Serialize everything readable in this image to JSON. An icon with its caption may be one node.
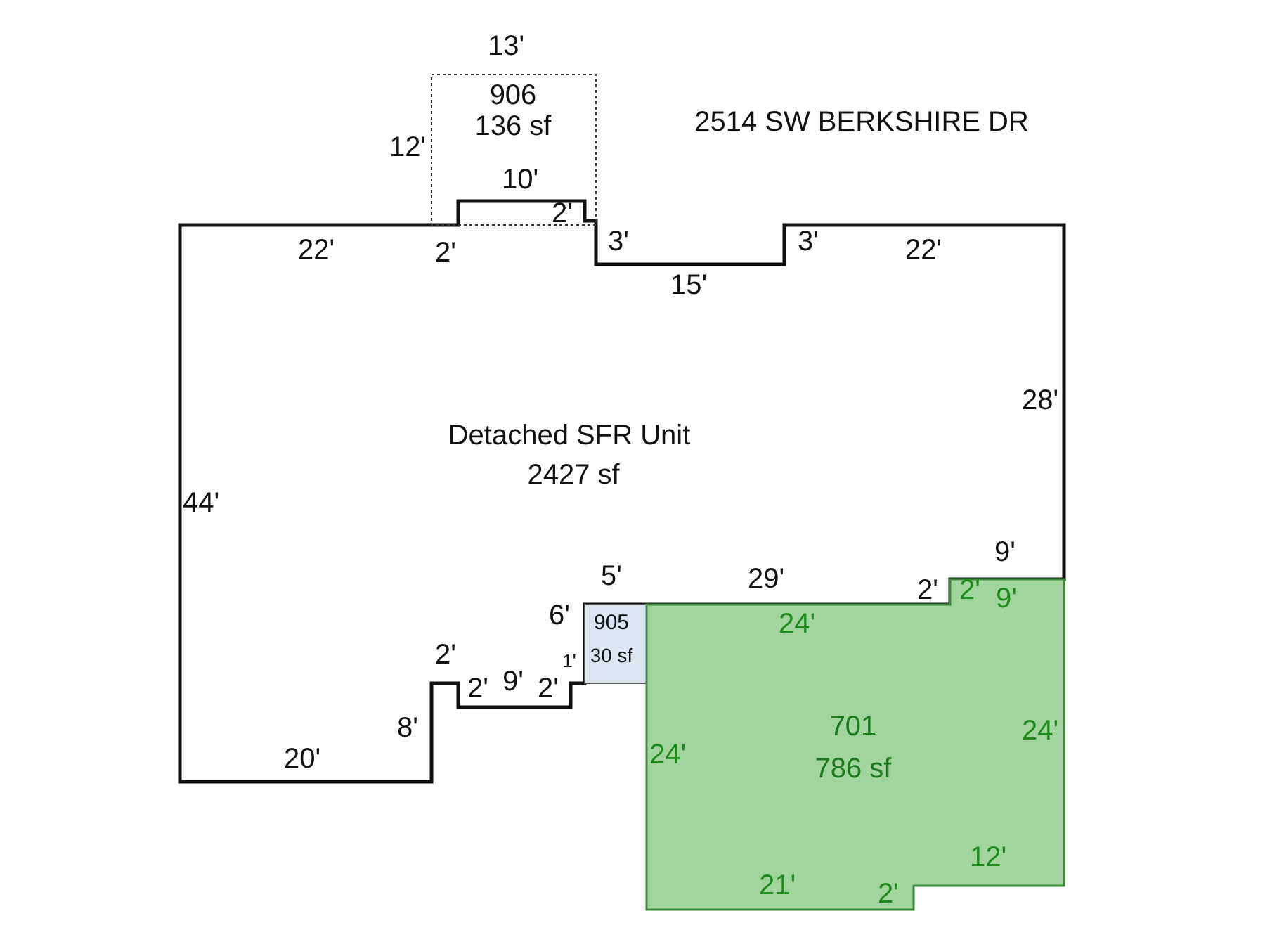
{
  "diagram": {
    "title": "2514 SW BERKSHIRE DR",
    "nodes": [
      {
        "text": [
          "Detached SFR Unit",
          "2427 sf"
        ]
      },
      {
        "text": [
          "906",
          "136 sf"
        ]
      },
      {
        "text": [
          "905",
          "30 sf"
        ]
      },
      {
        "text": [
          "701",
          "786 sf"
        ]
      }
    ],
    "labels": [
      "13'",
      "12'",
      "10'",
      "2'",
      "22'",
      "2'",
      "3'",
      "3'",
      "22'",
      "15'",
      "28'",
      "44'",
      "9'",
      "5'",
      "29'",
      "2'",
      "2'",
      "9'",
      "6'",
      "24'",
      "1'",
      "2'",
      "2'",
      "9'",
      "2'",
      "8'",
      "24'",
      "20'",
      "24'",
      "12'",
      "21'",
      "2'"
    ]
  }
}
